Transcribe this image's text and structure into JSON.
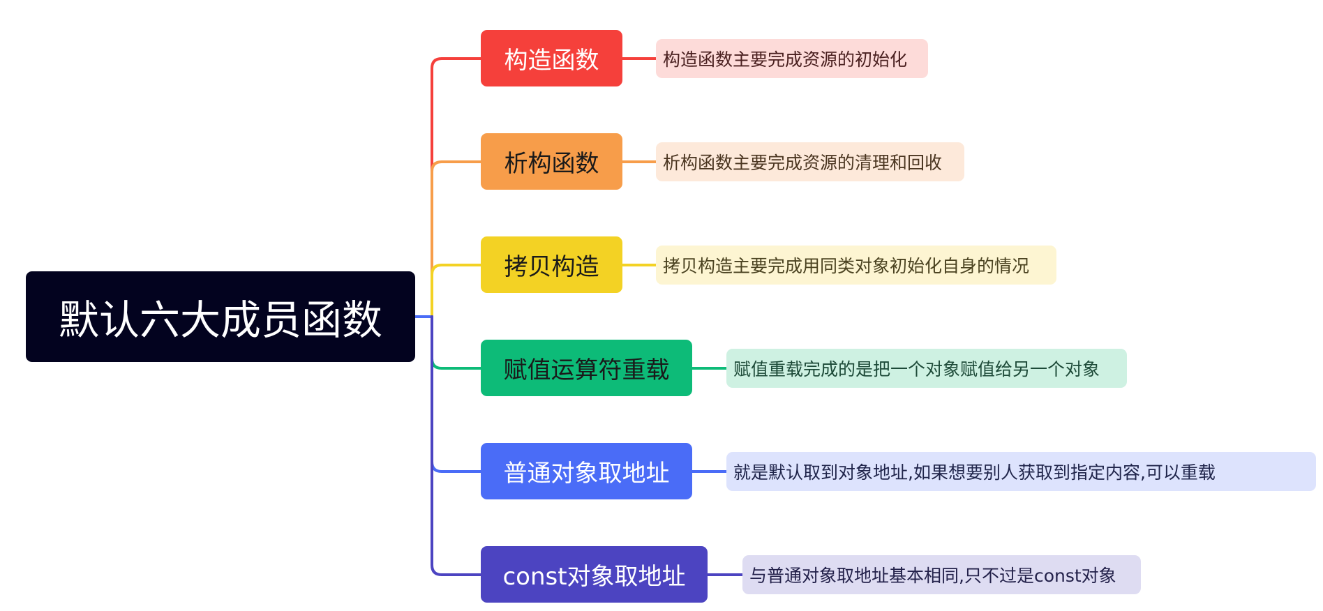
{
  "root": {
    "label": "默认六大成员函数",
    "bg_color": "#03031f",
    "text_color": "#ffffff"
  },
  "branches": [
    {
      "label": "构造函数",
      "color": "#f5403b",
      "text_color": "#ffffff",
      "note": "构造函数主要完成资源的初始化",
      "note_bg": "#fddbd9",
      "note_color": "#4a2020"
    },
    {
      "label": "析构函数",
      "color": "#f79d4a",
      "text_color": "#1a1a1a",
      "note": "析构函数主要完成资源的清理和回收",
      "note_bg": "#fde9da",
      "note_color": "#4a3520"
    },
    {
      "label": "拷贝构造",
      "color": "#f3d224",
      "text_color": "#1a1a1a",
      "note": "拷贝构造主要完成用同类对象初始化自身的情况",
      "note_bg": "#fdf5d2",
      "note_color": "#4a4220"
    },
    {
      "label": "赋值运算符重载",
      "color": "#0dbb78",
      "text_color": "#1a1a1a",
      "note": "赋值重载完成的是把一个对象赋值给另一个对象",
      "note_bg": "#cef1e2",
      "note_color": "#1d4a38"
    },
    {
      "label": "普通对象取地址",
      "color": "#4a6cf7",
      "text_color": "#ffffff",
      "note": "就是默认取到对象地址,如果想要别人获取到指定内容,可以重载",
      "note_bg": "#dde3fd",
      "note_color": "#1f244a"
    },
    {
      "label": "const对象取地址",
      "color": "#4c44c1",
      "text_color": "#ffffff",
      "note": "与普通对象取地址基本相同,只不过是const对象",
      "note_bg": "#dedcf2",
      "note_color": "#23214a"
    }
  ]
}
